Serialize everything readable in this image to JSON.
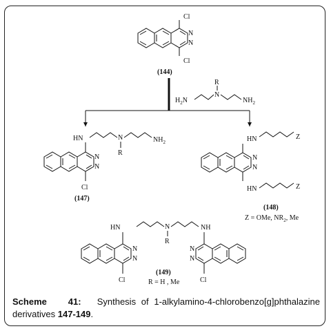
{
  "labels": {
    "cl": "Cl",
    "n": "N",
    "hn": "HN",
    "r": "R",
    "nh2": "NH",
    "h2n": "H",
    "z": "Z",
    "nh": "NH",
    "h": "H",
    "two": "2"
  },
  "compounds": {
    "c144": "(144)",
    "c147": "(147)",
    "c148": "(148)",
    "c149": "(149)"
  },
  "notes": {
    "z_def_a": "Z = OMe, NR",
    "z_def_sub": "2",
    "z_def_b": ", Me",
    "r_def": "R = H , Me"
  },
  "caption": {
    "scheme": "Scheme",
    "number": "41:",
    "text": "Synthesis of 1-alkylamino-4-chlorobenzo[g]phthalazine derivatives ",
    "compounds": "147-149",
    "end": "."
  }
}
